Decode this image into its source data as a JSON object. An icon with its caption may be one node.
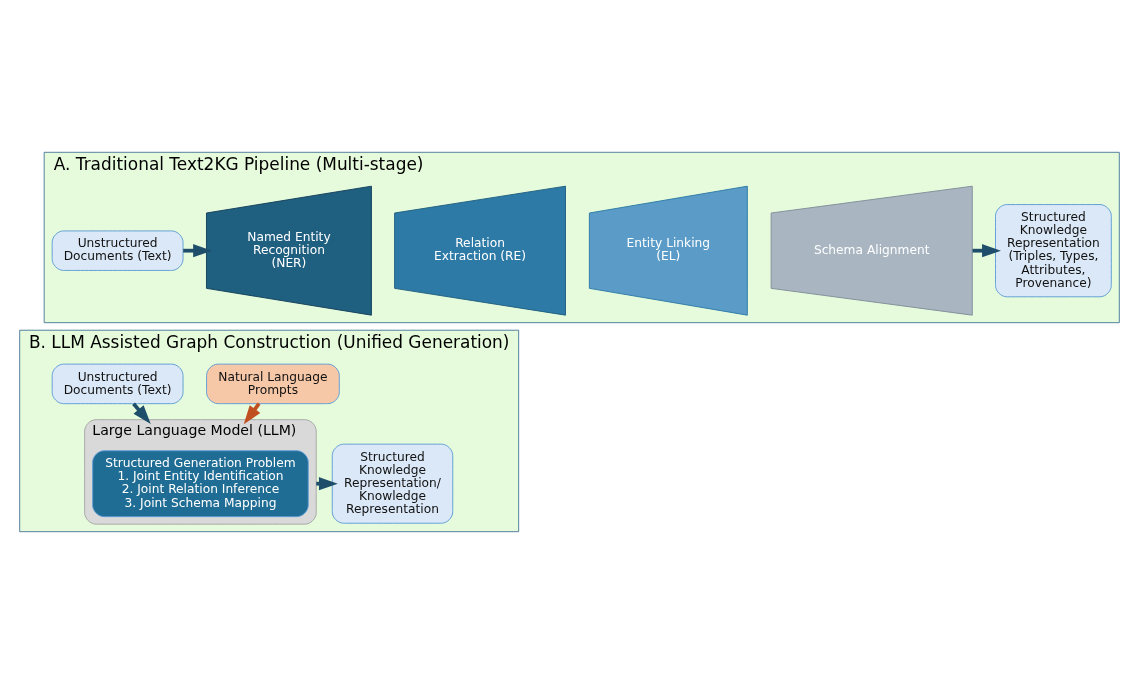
{
  "diagram": {
    "nodes": [
      {
        "text": [
          "A. Traditional Text2KG Pipeline (Multi-stage)"
        ]
      },
      {
        "text": [
          "Unstructured Documents (Text)"
        ],
        "in": 0
      },
      {
        "text": [
          "Named Entity Recognition (NER)"
        ],
        "in": 0
      },
      {
        "text": [
          "Relation Extraction (RE)"
        ],
        "in": 0
      },
      {
        "text": [
          "Entity Linking (EL)"
        ],
        "in": 0
      },
      {
        "text": [
          "Schema Alignment"
        ],
        "in": 0
      },
      {
        "text": [
          "Structured Knowledge Representation (Triples, Types, Attributes, Provenance)"
        ],
        "in": 0
      },
      {
        "text": [
          "B. LLM Assisted Graph Construction (Unified Generation)"
        ]
      },
      {
        "text": [
          "Unstructured Documents (Text)"
        ],
        "in": 7
      },
      {
        "text": [
          "Natural Language Prompts"
        ],
        "in": 7
      },
      {
        "text": [
          "Large Language Model (LLM)"
        ],
        "in": 7
      },
      {
        "text": [
          "Structured Generation Problem",
          "1. Joint Entity Identification",
          "2. Joint Relation Inference",
          "3. Joint Schema Mapping"
        ],
        "in": 10
      },
      {
        "text": [
          "Structured Knowledge Representation/ Knowledge Representation"
        ],
        "in": 7
      }
    ],
    "edges": [
      {
        "from": 1,
        "to": 2,
        "arrow": "to"
      },
      {
        "from": 5,
        "to": 6,
        "arrow": "to"
      },
      {
        "from": 8,
        "to": 10,
        "arrow": "to"
      },
      {
        "from": 9,
        "to": 10,
        "arrow": "to",
        "color": "#c0501f"
      },
      {
        "from": 10,
        "to": 12,
        "arrow": "to"
      }
    ]
  }
}
